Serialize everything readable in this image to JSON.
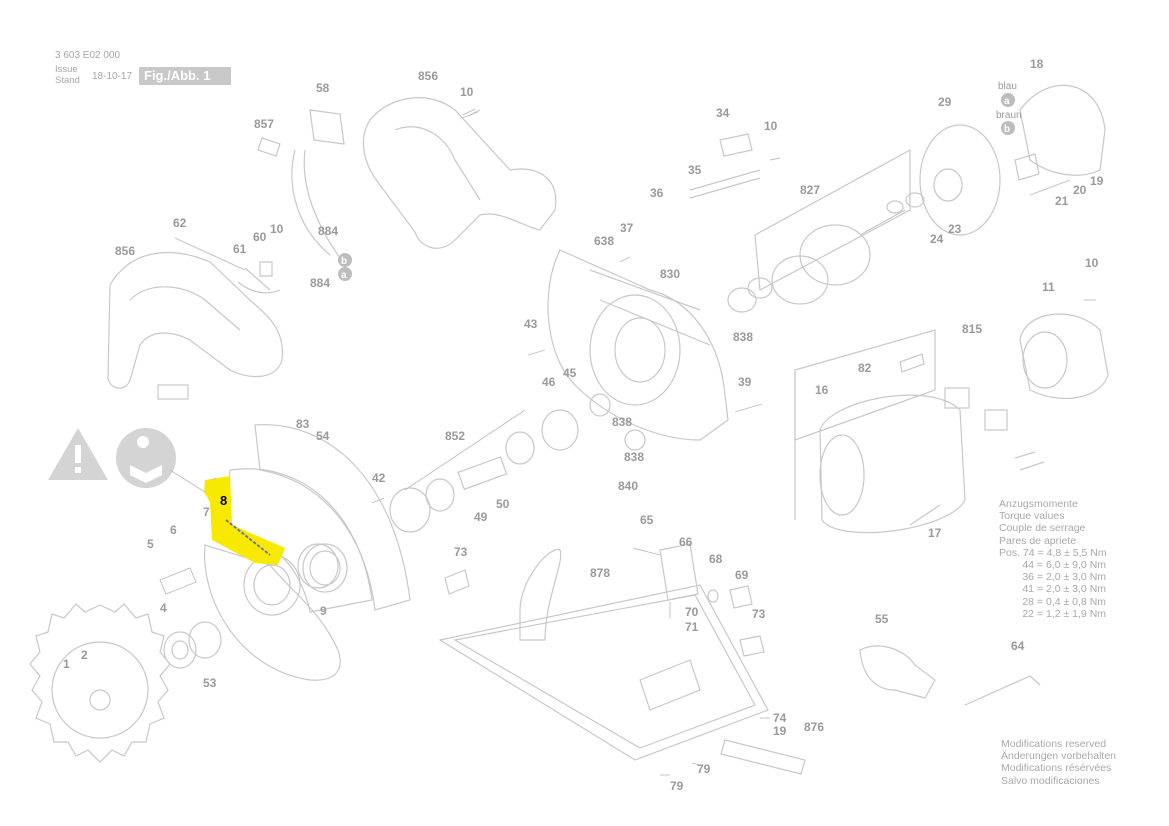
{
  "header": {
    "doc_number": "3 603 E02 000",
    "issue_label": "Issue",
    "stand_label": "Stand",
    "date": "18-10-17",
    "figure_label": "Fig./Abb. 1"
  },
  "highlight": {
    "part_number": "8",
    "color": "#f7ea00"
  },
  "parts": [
    {
      "id": "856a",
      "label": "856"
    },
    {
      "id": "10a",
      "label": "10"
    },
    {
      "id": "58",
      "label": "58"
    },
    {
      "id": "857",
      "label": "857"
    },
    {
      "id": "34",
      "label": "34"
    },
    {
      "id": "10b",
      "label": "10"
    },
    {
      "id": "18",
      "label": "18"
    },
    {
      "id": "29",
      "label": "29"
    },
    {
      "id": "35",
      "label": "35"
    },
    {
      "id": "36",
      "label": "36"
    },
    {
      "id": "827",
      "label": "827"
    },
    {
      "id": "19",
      "label": "19"
    },
    {
      "id": "20",
      "label": "20"
    },
    {
      "id": "21",
      "label": "21"
    },
    {
      "id": "62",
      "label": "62"
    },
    {
      "id": "10c",
      "label": "10"
    },
    {
      "id": "60",
      "label": "60"
    },
    {
      "id": "884a",
      "label": "884"
    },
    {
      "id": "884b",
      "label": "884"
    },
    {
      "id": "61",
      "label": "61"
    },
    {
      "id": "856b",
      "label": "856"
    },
    {
      "id": "37",
      "label": "37"
    },
    {
      "id": "638",
      "label": "638"
    },
    {
      "id": "24",
      "label": "24"
    },
    {
      "id": "23",
      "label": "23"
    },
    {
      "id": "830",
      "label": "830"
    },
    {
      "id": "10d",
      "label": "10"
    },
    {
      "id": "11",
      "label": "11"
    },
    {
      "id": "838a",
      "label": "838"
    },
    {
      "id": "43",
      "label": "43"
    },
    {
      "id": "815",
      "label": "815"
    },
    {
      "id": "82",
      "label": "82"
    },
    {
      "id": "46",
      "label": "46"
    },
    {
      "id": "45",
      "label": "45"
    },
    {
      "id": "39",
      "label": "39"
    },
    {
      "id": "16",
      "label": "16"
    },
    {
      "id": "838b",
      "label": "838"
    },
    {
      "id": "83",
      "label": "83"
    },
    {
      "id": "54",
      "label": "54"
    },
    {
      "id": "852",
      "label": "852"
    },
    {
      "id": "838c",
      "label": "838"
    },
    {
      "id": "42",
      "label": "42"
    },
    {
      "id": "840",
      "label": "840"
    },
    {
      "id": "7",
      "label": "7"
    },
    {
      "id": "50",
      "label": "50"
    },
    {
      "id": "49",
      "label": "49"
    },
    {
      "id": "17",
      "label": "17"
    },
    {
      "id": "6",
      "label": "6"
    },
    {
      "id": "5",
      "label": "5"
    },
    {
      "id": "65",
      "label": "65"
    },
    {
      "id": "66",
      "label": "66"
    },
    {
      "id": "73a",
      "label": "73"
    },
    {
      "id": "68",
      "label": "68"
    },
    {
      "id": "878",
      "label": "878"
    },
    {
      "id": "69",
      "label": "69"
    },
    {
      "id": "9",
      "label": "9"
    },
    {
      "id": "4",
      "label": "4"
    },
    {
      "id": "70",
      "label": "70"
    },
    {
      "id": "71",
      "label": "71"
    },
    {
      "id": "73b",
      "label": "73"
    },
    {
      "id": "55",
      "label": "55"
    },
    {
      "id": "64",
      "label": "64"
    },
    {
      "id": "1",
      "label": "1"
    },
    {
      "id": "2",
      "label": "2"
    },
    {
      "id": "53",
      "label": "53"
    },
    {
      "id": "74",
      "label": "74"
    },
    {
      "id": "19b",
      "label": "19"
    },
    {
      "id": "876",
      "label": "876"
    },
    {
      "id": "79a",
      "label": "79"
    },
    {
      "id": "79b",
      "label": "79"
    }
  ],
  "wire_labels": {
    "blau": "blau",
    "braun": "braun",
    "a": "a",
    "b": "b"
  },
  "torque": {
    "title_lines": [
      "Anzugsmomente",
      "Torque values",
      "Couple de serrage",
      "Pares de apriete"
    ],
    "rows": [
      "Pos. 74 = 4,8 ± 5,5 Nm",
      "        44 = 6,0 ± 9,0 Nm",
      "        36 = 2,0 ± 3,0 Nm",
      "        41 = 2,0 ± 3,0 Nm",
      "        28 = 0,4 ± 0,8 Nm",
      "        22 = 1,2 ± 1,9 Nm"
    ]
  },
  "modifications": [
    "Modifications reserved",
    "Änderungen vorbehalten",
    "Modifications résérvées",
    "Salvo modificaciones"
  ],
  "warning_icon": "warning-triangle-icon",
  "manual_icon": "read-manual-icon"
}
